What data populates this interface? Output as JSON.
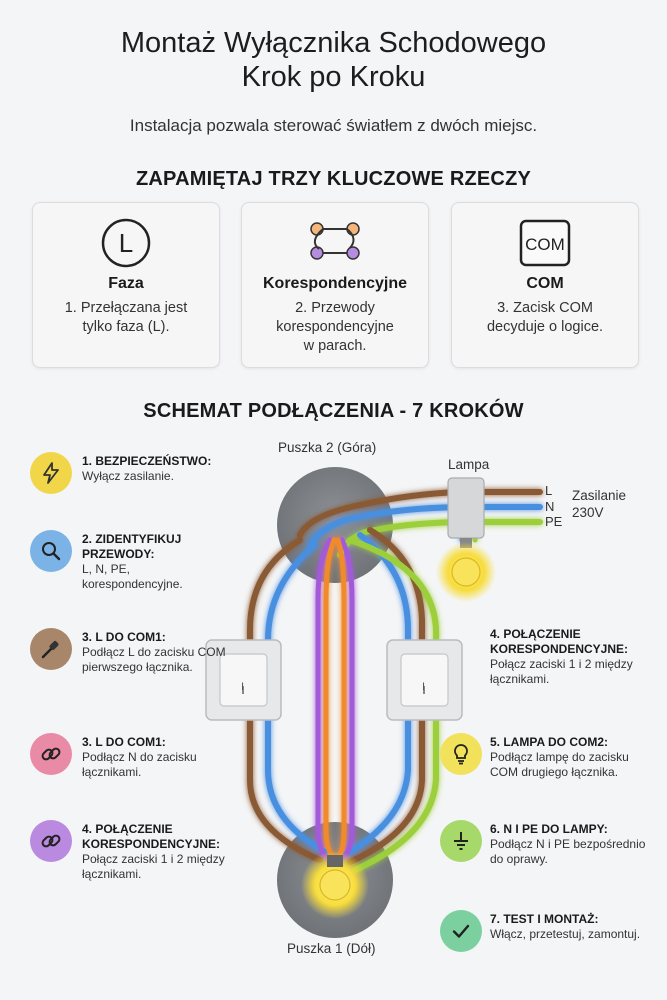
{
  "header": {
    "title_line1": "Montaż Wyłącznika Schodowego",
    "title_line2": "Krok po Kroku",
    "subtitle": "Instalacja pozwala sterować światłem z dwóch miejsc."
  },
  "key_section": {
    "heading": "ZAPAMIĘTAJ TRZY KLUCZOWE RZECZY",
    "cards": [
      {
        "icon": "phase-l-icon",
        "icon_text": "L",
        "title": "Faza",
        "line1": "1. Przełączana jest",
        "line2": "tylko faza (L).",
        "line3": ""
      },
      {
        "icon": "traveler-wires-icon",
        "icon_text": "",
        "title": "Korespondencyjne",
        "line1": "2. Przewody",
        "line2": "korespondencyjne",
        "line3": "w parach."
      },
      {
        "icon": "com-terminal-icon",
        "icon_text": "COM",
        "title": "COM",
        "line1": "3. Zacisk COM",
        "line2": "decyduje o logice.",
        "line3": ""
      }
    ]
  },
  "diagram_section": {
    "heading": "SCHEMAT PODŁĄCZENIA - 7 KROKÓW",
    "box_top_label": "Puszka 2 (Góra)",
    "box_bottom_label": "Puszka 1 (Dół)",
    "lamp_label": "Lampa",
    "wire_l": "L",
    "wire_n": "N",
    "wire_pe": "PE",
    "supply_line1": "Zasilanie",
    "supply_line2": "230V",
    "switch_mark": "I"
  },
  "steps_left": [
    {
      "icon": "lightning-icon",
      "color": "#f2d64a",
      "title": "1. BEZPIECZEŃSTWO:",
      "desc": "Wyłącz zasilanie."
    },
    {
      "icon": "magnifier-icon",
      "color": "#7cb3e6",
      "title": "2. ZIDENTYFIKUJ PRZEWODY:",
      "desc": "L, N, PE, korespondencyjne."
    },
    {
      "icon": "screwdriver-icon",
      "color": "#a8866a",
      "title": "3. L DO COM1:",
      "desc": "Podłącz L do zacisku COM pierwszego łącznika."
    },
    {
      "icon": "chain-link-icon",
      "color": "#e98aa6",
      "title": "3. L DO COM1:",
      "desc": "Podłącz N do zacisku łącznikami."
    },
    {
      "icon": "chain-link-icon",
      "color": "#b98ae0",
      "title": "4. POŁĄCZENIE KORESPONDENCYJNE:",
      "desc": "Połącz zaciski 1 i 2 między łącznikami."
    }
  ],
  "steps_right": [
    {
      "icon": "",
      "color": "",
      "title": "4. POŁĄCZENIE KORESPONDENCYJNE:",
      "desc": "Połącz zaciski 1 i 2 między łącznikami."
    },
    {
      "icon": "bulb-icon",
      "color": "#f2e15a",
      "title": "5. LAMPA DO COM2:",
      "desc": "Podłącz lampę do zacisku COM drugiego łącznika."
    },
    {
      "icon": "ground-icon",
      "color": "#a6d86a",
      "title": "6. N I PE DO LAMPY:",
      "desc": "Podłącz N i PE bezpośrednio do oprawy."
    },
    {
      "icon": "checkmark-icon",
      "color": "#7ccf9e",
      "title": "7. TEST I MONTAŻ:",
      "desc": "Włącz, przetestuj, zamontuj."
    }
  ],
  "colors": {
    "phase_brown": "#8a5a35",
    "neutral_blue": "#4a8fe0",
    "pe_green": "#9ccf3a",
    "traveler_orange": "#f08a2c",
    "traveler_purple": "#a35ad8"
  }
}
